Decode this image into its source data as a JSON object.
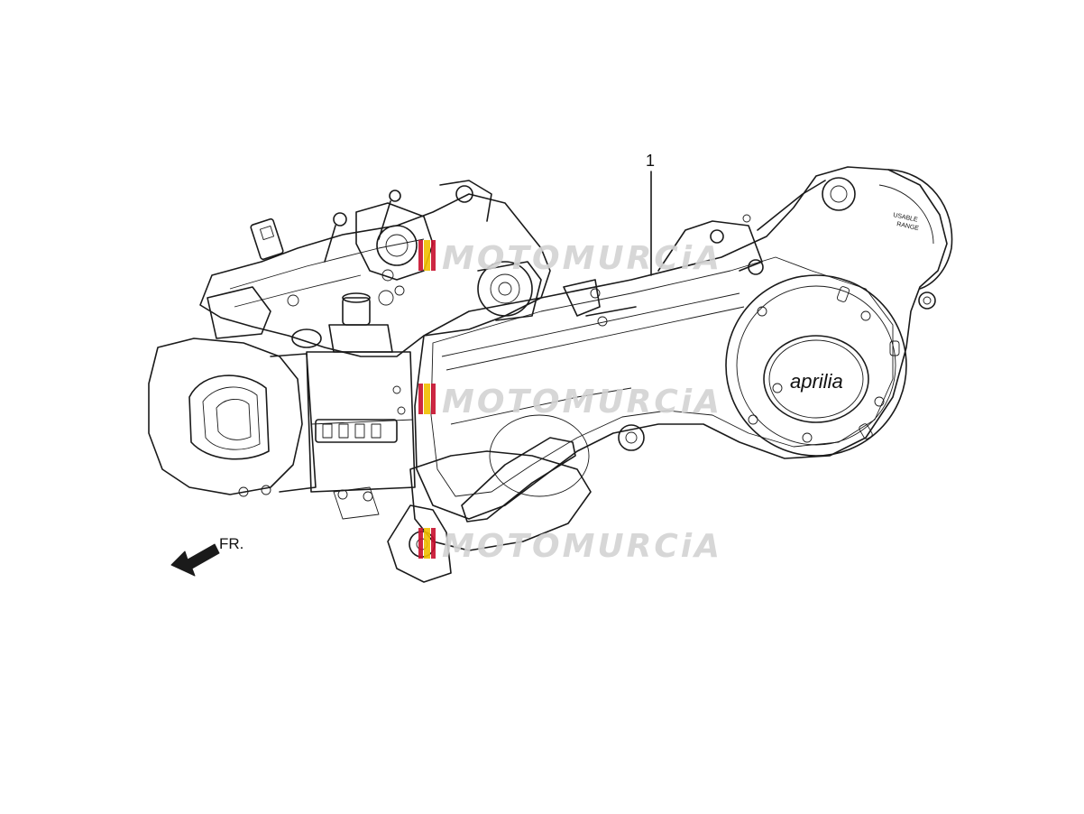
{
  "diagram": {
    "callouts": [
      {
        "number": "1"
      }
    ],
    "direction_label": "FR.",
    "brand_logo_text": "aprilia",
    "cover_marking_line1": "USABLE",
    "cover_marking_line2": "RANGE"
  },
  "watermark": {
    "text": "MOTOMURCiA",
    "repeats": 3,
    "flag_colors": [
      "#c8102e",
      "#f1bf00",
      "#c8102e"
    ]
  },
  "colors": {
    "line": "#1a1a1a",
    "background": "#ffffff",
    "watermark": "#d3d3d3"
  }
}
